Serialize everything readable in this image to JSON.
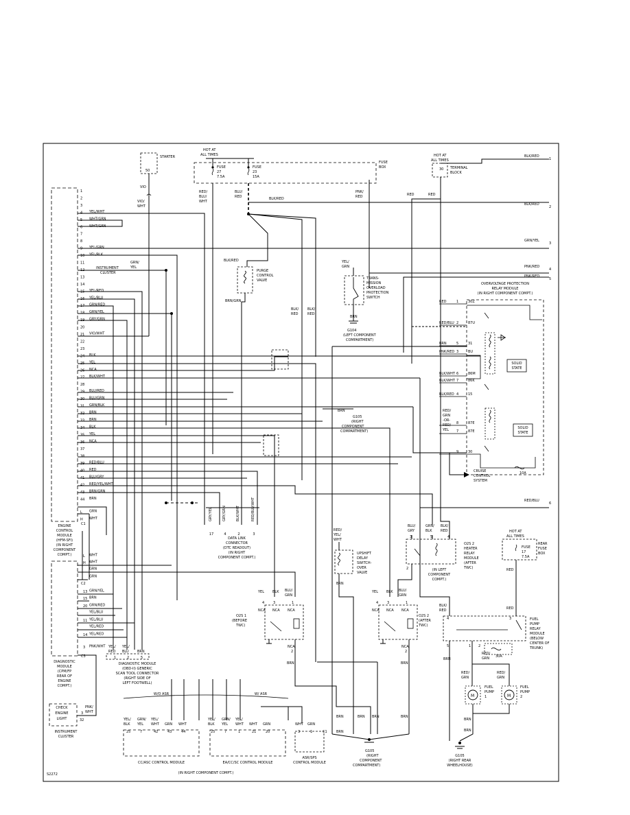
{
  "figure_id": "S2272",
  "ecm": {
    "title": [
      "ENGINE",
      "CONTROL",
      "MODULE",
      "(HFM-SFI)",
      "(IN RIGHT",
      "COMPONENT",
      "COMPT.)"
    ],
    "connector_c1": "C1",
    "connector_c2": "C2",
    "connector_c3": "C3",
    "pins": [
      {
        "n": "1",
        "w": ""
      },
      {
        "n": "2",
        "w": ""
      },
      {
        "n": "3",
        "w": ""
      },
      {
        "n": "4",
        "w": "YEL/WHT"
      },
      {
        "n": "5",
        "w": "WHT/GRN"
      },
      {
        "n": "6",
        "w": "WHT/GRN"
      },
      {
        "n": "7",
        "w": ""
      },
      {
        "n": "8",
        "w": ""
      },
      {
        "n": "9",
        "w": "YEL/GRN"
      },
      {
        "n": "10",
        "w": "YEL/BLK"
      },
      {
        "n": "11",
        "w": ""
      },
      {
        "n": "12",
        "w": ""
      },
      {
        "n": "13",
        "w": ""
      },
      {
        "n": "14",
        "w": ""
      },
      {
        "n": "15",
        "w": "YEL/RED"
      },
      {
        "n": "16",
        "w": "YEL/BLU"
      },
      {
        "n": "17",
        "w": "GRN/RED"
      },
      {
        "n": "18",
        "w": "GRN/YEL"
      },
      {
        "n": "19",
        "w": "GRY/GRN"
      },
      {
        "n": "20",
        "w": ""
      },
      {
        "n": "21",
        "w": "VIO/WHT"
      },
      {
        "n": "22",
        "w": ""
      },
      {
        "n": "23",
        "w": ""
      },
      {
        "n": "24",
        "w": "BLK"
      },
      {
        "n": "25",
        "w": "YEL"
      },
      {
        "n": "26",
        "w": "NCA"
      },
      {
        "n": "27",
        "w": "BLK/WHT"
      },
      {
        "n": "28",
        "w": ""
      },
      {
        "n": "29",
        "w": "BLU/RED"
      },
      {
        "n": "30",
        "w": "BLU/GRN"
      },
      {
        "n": "31",
        "w": "GRN/BLK"
      },
      {
        "n": "32",
        "w": "BRN"
      },
      {
        "n": "33",
        "w": "BRN"
      },
      {
        "n": "34",
        "w": "BLK"
      },
      {
        "n": "35",
        "w": "YEL"
      },
      {
        "n": "36",
        "w": "NCA"
      },
      {
        "n": "37",
        "w": ""
      },
      {
        "n": "38",
        "w": ""
      },
      {
        "n": "39",
        "w": "RED/BLU"
      },
      {
        "n": "40",
        "w": "RED"
      },
      {
        "n": "41",
        "w": "BLU/GRY"
      },
      {
        "n": "42",
        "w": "RED/YEL/WHT"
      },
      {
        "n": "43",
        "w": "BRN/GRN"
      },
      {
        "n": "44",
        "w": "BRN"
      },
      {
        "n": "L",
        "w": "GRN"
      },
      {
        "n": "H",
        "w": "WHT"
      }
    ]
  },
  "diag_module": {
    "title": [
      "DIAGNOSTIC",
      "MODULE",
      "(CPM/FP",
      "REAR OF",
      "ENGINE",
      "COMPT.)"
    ],
    "pins": [
      {
        "n": "L",
        "w": "WHT"
      },
      {
        "n": "H",
        "w": "WHT"
      },
      {
        "n": "",
        "w": "GRN"
      },
      {
        "n": "",
        "w": "GRN"
      },
      {
        "n": "13",
        "w": "GRN/YEL"
      },
      {
        "n": "15",
        "w": "BRN"
      },
      {
        "n": "20",
        "w": "GRN/RED"
      },
      {
        "n": "",
        "w": "YEL/BLU"
      },
      {
        "n": "11",
        "w": "YEL/BLU"
      },
      {
        "n": "",
        "w": "YEL/RED"
      },
      {
        "n": "14",
        "w": "YEL/RED"
      },
      {
        "n": "3",
        "w": "PNK/WHT"
      }
    ]
  },
  "labels": {
    "starter": "STARTER",
    "starter_pin": "50",
    "vio": "VIO",
    "vio_wht": [
      "VIO/",
      "WHT"
    ],
    "hot_at_all_times": [
      "HOT AT",
      "ALL TIMES"
    ],
    "fuse27": [
      "FUSE",
      "27",
      "7.5A"
    ],
    "fuse23": [
      "FUSE",
      "23",
      "15A"
    ],
    "fuse_box": [
      "FUSE",
      "BOX"
    ],
    "red_blu_wht": [
      "RED/",
      "BLU/",
      "WHT"
    ],
    "blu_red": [
      "BLU/",
      "RED"
    ],
    "pnk_red": [
      "PNK/",
      "RED"
    ],
    "blk_red_top": "BLK/RED",
    "instrument_cluster": [
      "INSTRUMENT",
      "CLUSTER"
    ],
    "grn_yel": [
      "GRN/",
      "YEL"
    ],
    "purge_valve": [
      "PURGE",
      "CONTROL",
      "VALVE"
    ],
    "purge_blk_red": "BLK/RED",
    "brn_grn": "BRN/GRN",
    "overload_switch": [
      "TRANS-",
      "MISSION",
      "OVERLOAD",
      "PROTECTION",
      "SWITCH"
    ],
    "yel_grn": [
      "YEL/",
      "GRN"
    ],
    "g104": [
      "G104",
      "(LEFT COMPONENT",
      "COMPARTMENT)"
    ],
    "blk_red_pair": [
      "BLK/",
      "RED"
    ],
    "terminal_block": [
      "TERMINAL",
      "BLOCK"
    ],
    "terminal_pin": "30",
    "red_a": "RED",
    "red_b": "RED",
    "edge_labels": [
      {
        "wire": "BLK/RED",
        "n": "1"
      },
      {
        "wire": "BLK/RED",
        "n": "2"
      },
      {
        "wire": "GRN/YEL",
        "n": "3"
      },
      {
        "wire": "PNK/RED",
        "n": "4"
      },
      {
        "wire": "PNK/RED",
        "n": "5"
      },
      {
        "wire": "RED/BLU",
        "n": "6"
      }
    ],
    "ovp_relay": [
      "OVERVOLTAGE PROTECTION",
      "RELAY MODULE",
      "(IN RIGHT COMPONENT COMPT.)"
    ],
    "ovp_pins": [
      {
        "wire": "RED",
        "pin": "1",
        "term": "30Z"
      },
      {
        "wire": "RED/BLU",
        "pin": "2",
        "term": "87U"
      },
      {
        "wire": "BRN",
        "pin": "5",
        "term": "31"
      },
      {
        "wire": "PNK/RED",
        "pin": "3",
        "term": "BU"
      },
      {
        "wire": "BLK/WHT",
        "pin": "6",
        "term": "86M"
      },
      {
        "wire": "BLK/WHT",
        "pin": "7",
        "term": "86K"
      },
      {
        "wire": "BLK/RED",
        "pin": "4",
        "term": "15"
      },
      {
        "wire": "RED/GRN -OR- RED/YEL",
        "pin": "8",
        "term": "87E"
      },
      {
        "wire": "",
        "pin": "7",
        "term": "87E"
      },
      {
        "wire": "",
        "pin": "9",
        "term": "30"
      }
    ],
    "ovp_red_blu": [
      "RED/",
      "GRN",
      "-OR-",
      "RED/",
      "YEL"
    ],
    "solid_state": [
      "SOLID",
      "STATE"
    ],
    "fuse_10a": "10A",
    "cruise": [
      "CRUISE",
      "CONTROL",
      "SYSTEM"
    ],
    "g105a": [
      "G105",
      "(RIGHT",
      "COMPONENT",
      "COMPARTMENT)"
    ],
    "brn": "BRN",
    "dlc": [
      "DATA LINK",
      "CONNECTOR",
      "(DTC READOUT)",
      "(IN RIGHT",
      "COMPONENT COMPT.)"
    ],
    "dlc_pins": [
      {
        "wire": "GRY/YEL",
        "n": "17"
      },
      {
        "wire": "GRY/GRN",
        "n": "4"
      },
      {
        "wire": "BLK/WHT",
        "n": "2"
      },
      {
        "wire": "RED/BLU/WHT",
        "n": "3"
      }
    ],
    "upshift": [
      "UPSHIFT",
      "DELAY",
      "SWITCH-",
      "OVER",
      "VALVE"
    ],
    "red_yel_wht": [
      "RED/",
      "YEL/",
      "WHT"
    ],
    "o2s1": [
      "O2S 1",
      "(BEFORE",
      "TWC)"
    ],
    "o2s2": [
      "O2S 2",
      "(AFTER",
      "TWC)"
    ],
    "heater_relay": [
      "O2S 2",
      "HEATER",
      "RELAY",
      "MODULE",
      "(AFTER",
      "TWC)"
    ],
    "heater_loc": [
      "(IN LEFT",
      "COMPONENT",
      "COMPT.)"
    ],
    "blu_gry": [
      "BLU/",
      "GRY"
    ],
    "grn_blk": [
      "GRN/",
      "BLK"
    ],
    "blk_red2": [
      "BLK/",
      "RED"
    ],
    "rear_fuse": [
      "REAR",
      "FUSE",
      "BOX"
    ],
    "fuse17": [
      "FUSE",
      "17",
      "7.5A"
    ],
    "fuel_relay": [
      "FUEL",
      "PUMP",
      "RELAY",
      "MODULE",
      "(BELOW",
      "CENTER OF",
      "TRUNK)"
    ],
    "fuse_30a": "30A",
    "fuel_pump1": [
      "FUEL",
      "PUMP",
      "1"
    ],
    "fuel_pump2": [
      "FUEL",
      "PUMP",
      "2"
    ],
    "red_grn": [
      "RED/",
      "GRN"
    ],
    "g105b": [
      "G105",
      "(RIGHT REAR",
      "WHEELHOUSE)"
    ],
    "obd_module": [
      "DIAGNOSTIC MODULE",
      "(OBD-II) GENERIC",
      "SCAN TOOL CONNECTOR",
      "(RIGHT SIDE OF",
      "LEFT FOOTWELL)"
    ],
    "obd_pins": [
      {
        "wire": "YEL/RED",
        "n": "1"
      },
      {
        "wire": "YEL/BLU",
        "n": "2"
      },
      {
        "wire": "BRN",
        "n": "5"
      }
    ],
    "ccasc": "CC/ASC CONTROL MODULE",
    "eacc": "EA/CC/SC CONTROL MODULE",
    "asr_module": [
      "ASR/SPS",
      "CONTROL MODULE"
    ],
    "in_right_compt": "(IN RIGHT COMPONENT COMPT.)",
    "w_o_asr": "W/O ASR",
    "w_asr": "W/ ASR",
    "cc_pins": [
      {
        "wire": "YEL/BLK",
        "n": "25"
      },
      {
        "wire": "GRN/YEL",
        "n": "7"
      },
      {
        "wire": "YEL/WHT",
        "n": "42"
      },
      {
        "wire": "GRN",
        "n": "43"
      },
      {
        "wire": "WHT",
        "n": "44"
      }
    ],
    "ea_pins": [
      {
        "wire": "YEL/BLK",
        "n": "25"
      },
      {
        "wire": "GRN/YEL",
        "n": "7"
      },
      {
        "wire": "YEL/WHT",
        "n": "1"
      },
      {
        "wire": "WHT",
        "n": "21"
      },
      {
        "wire": "GRN",
        "n": "20"
      }
    ],
    "asr_pins": [
      {
        "wire": "WHT",
        "n": "3"
      },
      {
        "wire": "GRN",
        "n": "1"
      },
      {
        "wire": "",
        "n": "C1"
      }
    ],
    "check_engine": [
      "CHECK",
      "ENGINE",
      "LIGHT"
    ],
    "instrument_cluster2": [
      "INSTRUMENT",
      "CLUSTER"
    ],
    "pnk_wht": [
      "PNK/",
      "WHT"
    ],
    "nca": "NCA"
  }
}
